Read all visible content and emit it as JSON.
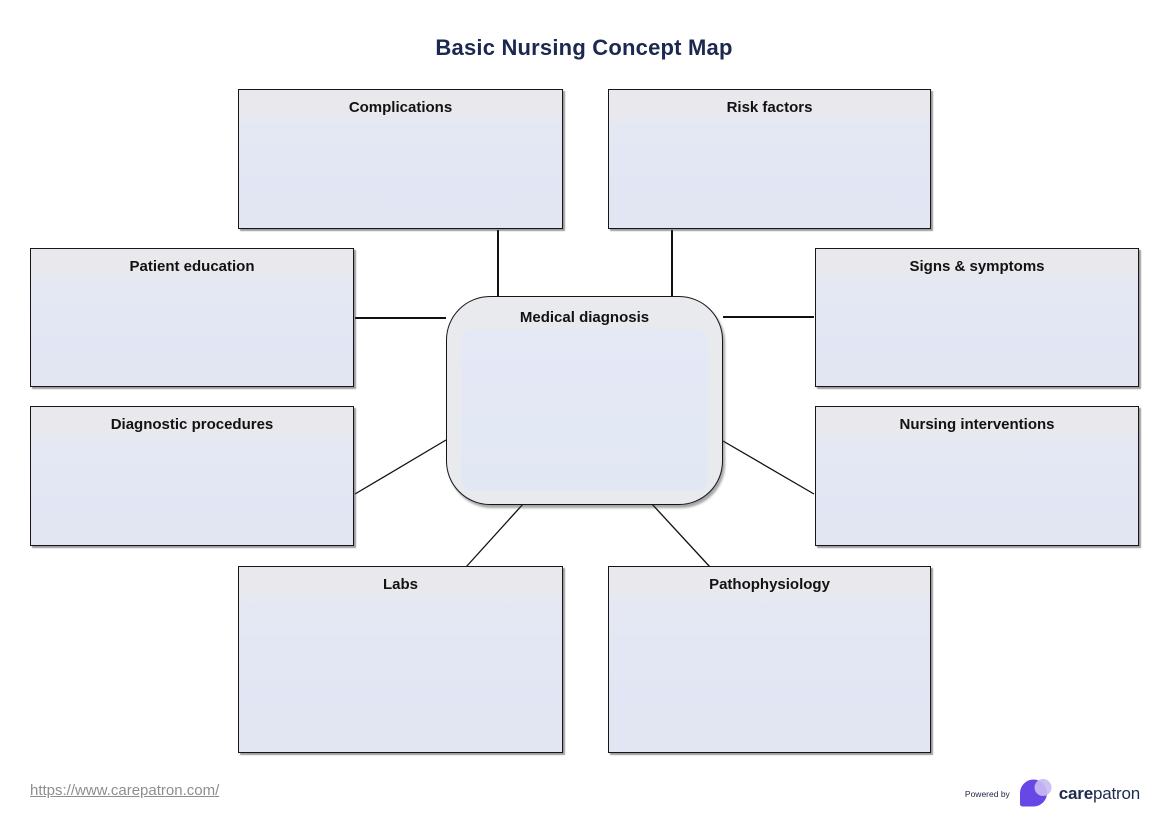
{
  "title": "Basic Nursing Concept Map",
  "center_node": {
    "id": "medical-diagnosis",
    "label": "Medical diagnosis"
  },
  "nodes": [
    {
      "id": "complications",
      "label": "Complications"
    },
    {
      "id": "risk-factors",
      "label": "Risk factors"
    },
    {
      "id": "patient-education",
      "label": "Patient education"
    },
    {
      "id": "signs-symptoms",
      "label": "Signs & symptoms"
    },
    {
      "id": "diagnostic-procedures",
      "label": "Diagnostic procedures"
    },
    {
      "id": "nursing-interventions",
      "label": "Nursing interventions"
    },
    {
      "id": "labs",
      "label": "Labs"
    },
    {
      "id": "pathophysiology",
      "label": "Pathophysiology"
    }
  ],
  "edges": [
    [
      "medical-diagnosis",
      "complications"
    ],
    [
      "medical-diagnosis",
      "risk-factors"
    ],
    [
      "medical-diagnosis",
      "patient-education"
    ],
    [
      "medical-diagnosis",
      "signs-symptoms"
    ],
    [
      "medical-diagnosis",
      "diagnostic-procedures"
    ],
    [
      "medical-diagnosis",
      "nursing-interventions"
    ],
    [
      "medical-diagnosis",
      "labs"
    ],
    [
      "medical-diagnosis",
      "pathophysiology"
    ]
  ],
  "footer": {
    "url": "https://www.carepatron.com/",
    "powered_by": "Powered by",
    "brand_bold": "care",
    "brand_regular": "patron"
  },
  "colors": {
    "title_navy": "#1b2850",
    "box_header_gray": "#e9e9ed",
    "box_body_lavender": "#e3e7f4",
    "box_border": "#161616",
    "link_gray": "#8e8e8e",
    "brand_purple": "#6747e5",
    "brand_lavender": "#c9bbf1",
    "brand_navy": "#1e2a4e"
  }
}
